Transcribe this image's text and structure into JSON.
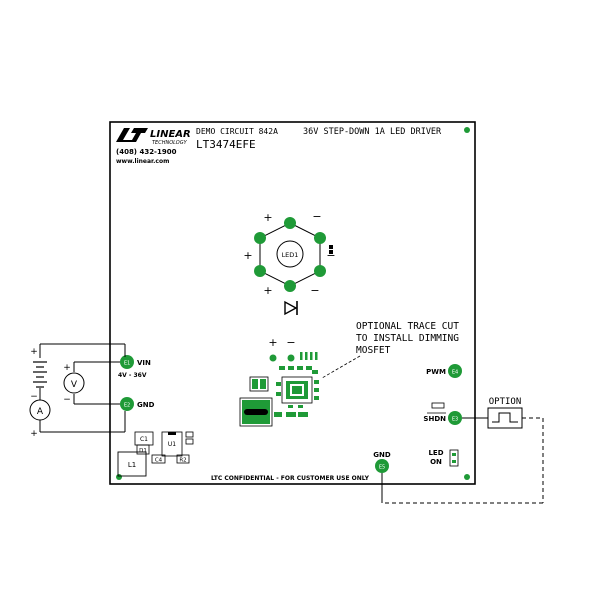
{
  "header": {
    "logo_text": "LINEAR",
    "logo_sub": "TECHNOLOGY",
    "phone": "(408) 432-1900",
    "website": "www.linear.com",
    "demo_circuit": "DEMO CIRCUIT 842A",
    "part_number": "LT3474EFE",
    "title": "36V STEP-DOWN 1A LED DRIVER"
  },
  "led_array": {
    "label": "LED1",
    "plus": "+",
    "minus": "−"
  },
  "annotation": {
    "line1": "OPTIONAL TRACE CUT",
    "line2": "TO INSTALL DIMMING",
    "line3": "MOSFET"
  },
  "terminals": {
    "vin": {
      "pad": "E1",
      "label": "VIN",
      "range": "4V - 36V"
    },
    "gnd_left": {
      "pad": "E2",
      "label": "GND"
    },
    "pwm": {
      "pad": "E4",
      "label": "PWM"
    },
    "shdn": {
      "pad": "E3",
      "label": "SHDN"
    },
    "gnd_bottom": {
      "pad": "E5",
      "label": "GND"
    }
  },
  "indicators": {
    "led_on_line1": "LED",
    "led_on_line2": "ON"
  },
  "components": {
    "c1": "C1",
    "d1": "D1",
    "u1": "U1",
    "c4": "C4",
    "r2": "R2",
    "l1": "L1"
  },
  "instruments": {
    "voltmeter": "V",
    "ammeter": "A",
    "plus": "+",
    "minus": "−"
  },
  "option": {
    "label": "OPTION"
  },
  "footer": {
    "note": "LTC CONFIDENTIAL - FOR CUSTOMER USE ONLY"
  },
  "colors": {
    "pad_green": "#1f9a37",
    "board_outline": "#000000",
    "trace": "#000000"
  }
}
